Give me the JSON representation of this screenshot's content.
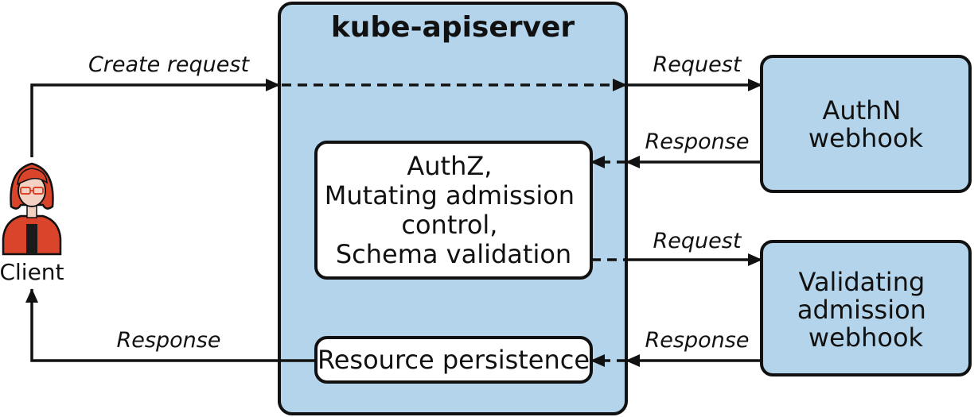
{
  "apiserver": {
    "title": "kube-apiserver"
  },
  "client": {
    "label": "Client"
  },
  "boxes": {
    "authn": {
      "lines": [
        "AuthN",
        "webhook"
      ]
    },
    "validating": {
      "lines": [
        "Validating",
        "admission",
        "webhook"
      ]
    },
    "internal": {
      "lines": [
        "AuthZ,",
        "Mutating admission",
        "control,",
        "Schema validation"
      ]
    },
    "persistence": {
      "lines": [
        "Resource persistence"
      ]
    }
  },
  "arrows": {
    "create_request": "Create request",
    "authn_request": "Request",
    "authn_response": "Response",
    "validating_request": "Request",
    "validating_response": "Response",
    "client_response": "Response"
  },
  "colors": {
    "box_fill": "#b3d4ea",
    "stroke": "#111111",
    "inner_fill": "#ffffff",
    "avatar_hair": "#d9442a",
    "avatar_skin": "#f3d2c4",
    "avatar_shirt": "#1a1a1a"
  }
}
